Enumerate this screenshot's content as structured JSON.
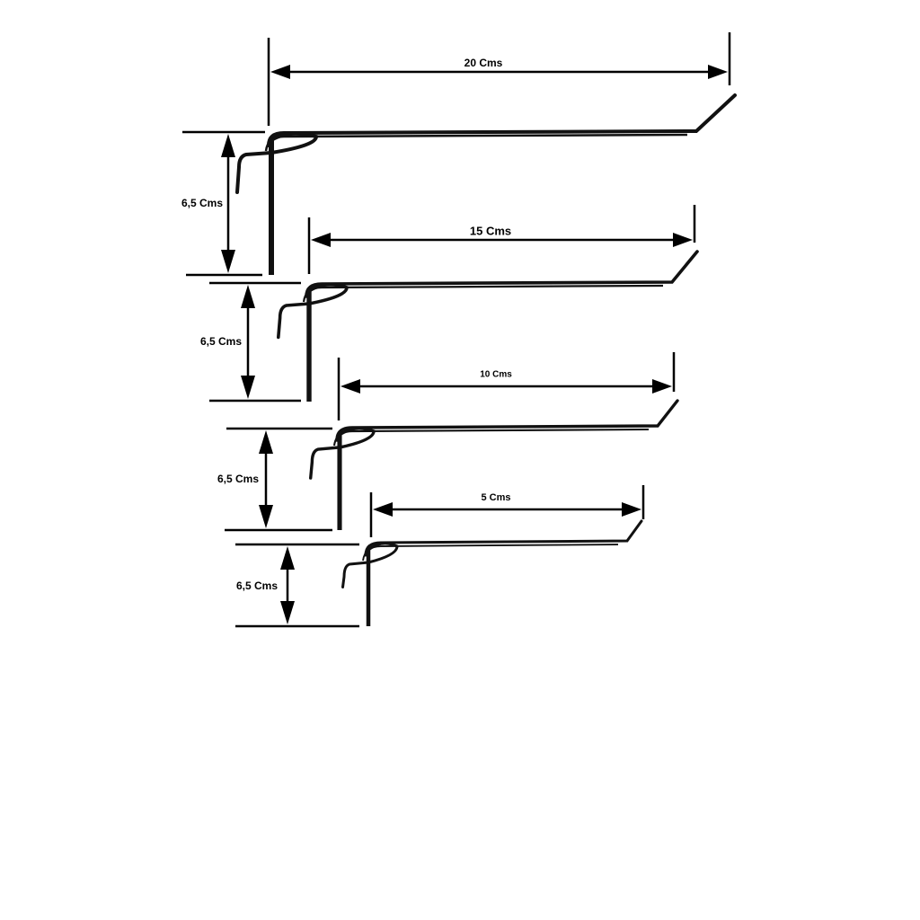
{
  "colors": {
    "wire": "#111111",
    "dimension": "#000000",
    "background": "#ffffff"
  },
  "hooks": [
    {
      "name": "hook-20cm",
      "length_label": "20 Cms",
      "height_label": "6,5 Cms"
    },
    {
      "name": "hook-15cm",
      "length_label": "15 Cms",
      "height_label": "6,5 Cms"
    },
    {
      "name": "hook-10cm",
      "length_label": "10 Cms",
      "height_label": "6,5 Cms"
    },
    {
      "name": "hook-5cm",
      "length_label": "5 Cms",
      "height_label": "6,5 Cms"
    }
  ]
}
